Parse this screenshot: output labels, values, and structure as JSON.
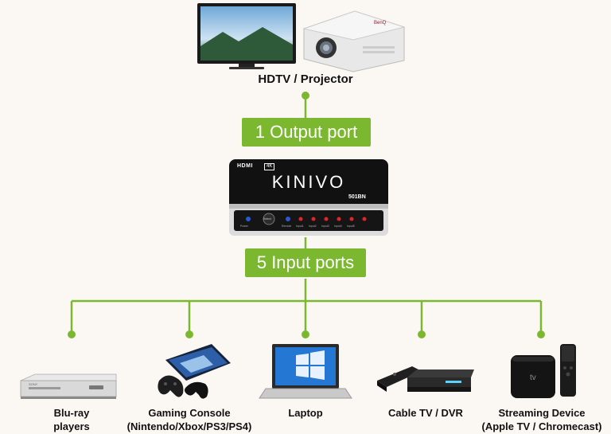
{
  "top_device": {
    "label": "HDTV / Projector",
    "projector_brand": "BenQ"
  },
  "output_pill": {
    "label": "1 Output port"
  },
  "input_pill": {
    "label": "5 Input ports"
  },
  "switch": {
    "brand": "KINIVO",
    "model": "501BN",
    "hdmi_mark": "HDMI",
    "res_mark": "4K",
    "button_labels": [
      "Power",
      "Select",
      "Remote"
    ],
    "port_labels": [
      "Input1",
      "Input2",
      "Input3",
      "Input4",
      "Input5"
    ]
  },
  "devices": [
    {
      "line1": "Blu-ray",
      "line2": "players",
      "brand": "SONY"
    },
    {
      "line1": "Gaming Console",
      "line2": "(Nintendo/Xbox/PS3/PS4)"
    },
    {
      "line1": "Laptop",
      "line2": ""
    },
    {
      "line1": "Cable TV / DVR",
      "line2": ""
    },
    {
      "line1": "Streaming Device",
      "line2": "(Apple TV /  Chromecast)",
      "tv_text": "tv"
    }
  ],
  "colors": {
    "accent": "#7cb82f",
    "line": "#7cb82f",
    "background": "#fbf8f4"
  }
}
